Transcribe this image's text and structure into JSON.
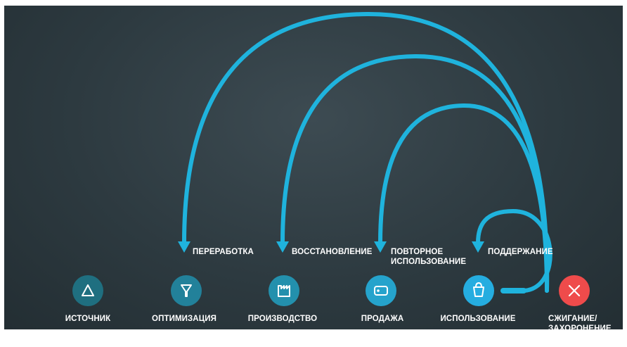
{
  "stages": [
    {
      "label": "ИСТОЧНИК",
      "icon": "triangle-outline-icon"
    },
    {
      "label": "ОПТИМИЗАЦИЯ",
      "icon": "funnel-icon"
    },
    {
      "label": "ПРОИЗВОДСТВО",
      "icon": "factory-icon"
    },
    {
      "label": "ПРОДАЖА",
      "icon": "price-tag-icon"
    },
    {
      "label": "ИСПОЛЬЗОВАНИЕ",
      "icon": "shopping-bag-icon"
    },
    {
      "label": "СЖИГАНИЕ/ ЗАХОРОНЕНИЕ НА СВАЛКАХ",
      "icon": "close-x-icon"
    }
  ],
  "loops": [
    {
      "label": "ПЕРЕРАБОТКА"
    },
    {
      "label": "ВОССТАНОВЛЕНИЕ"
    },
    {
      "label": "ПОВТОРНОЕ ИСПОЛЬЗОВАНИЕ"
    },
    {
      "label": "ПОДДЕРЖАНИЕ"
    }
  ],
  "colors": {
    "background": "#2d3a40",
    "flow": "#1fb3dd",
    "node_dark": "#1f6f80",
    "node_mid": "#2389a4",
    "node_bright": "#25ade0",
    "end_node": "#ef4b4b"
  }
}
